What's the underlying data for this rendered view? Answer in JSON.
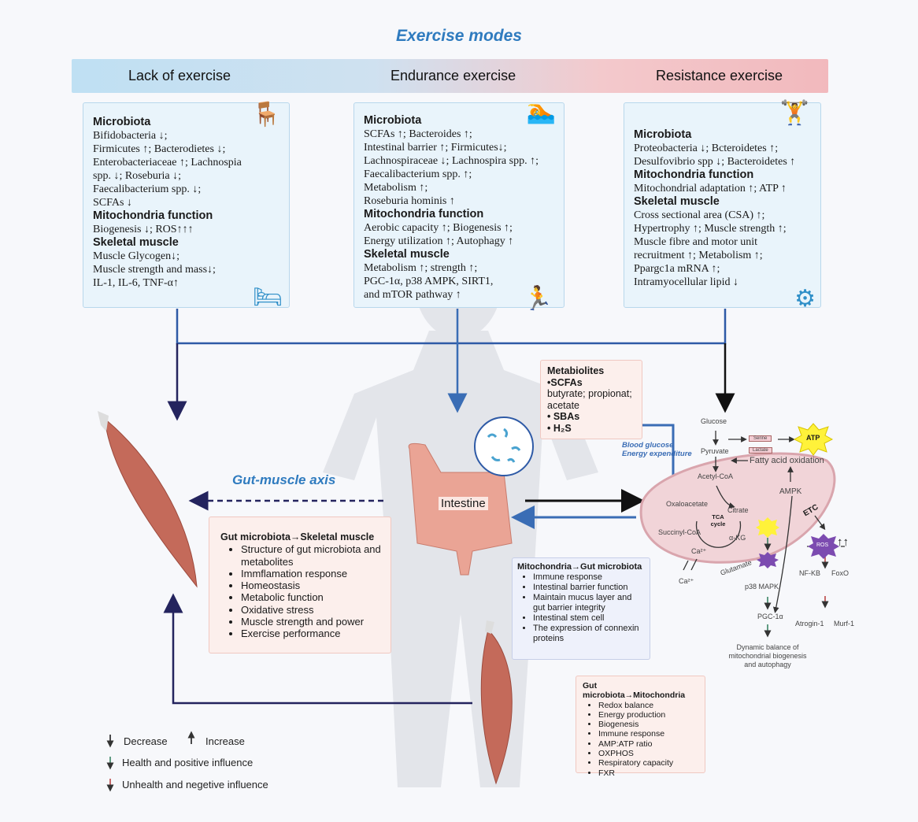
{
  "title": "Exercise modes",
  "modes": [
    "Lack of exercise",
    "Endurance exercise",
    "Resistance exercise"
  ],
  "lack": {
    "s1": "Microbiota",
    "l1": [
      "Bifidobacteria ↓;",
      "Firmicutes ↑; Bacterodietes ↓;",
      "Enterobacteriaceae ↑; Lachnospia",
      "spp. ↓; Roseburia ↓;",
      "Faecalibacterium spp. ↓;",
      "SCFAs ↓"
    ],
    "s2": "Mitochondria function",
    "l2": [
      "Biogenesis ↓; ROS↑↑↑"
    ],
    "s3": "Skeletal muscle",
    "l3": [
      "Muscle Glycogen↓;",
      "Muscle strength and mass↓;",
      "IL-1, IL-6, TNF-α↑"
    ]
  },
  "endurance": {
    "s1": "Microbiota",
    "l1": [
      "SCFAs ↑;  Bacteroides ↑;",
      "Intestinal barrier ↑;  Firmicutes↓;",
      "Lachnospiraceae ↓; Lachnospira spp. ↑;",
      "Faecalibacterium spp. ↑;",
      "Metabolism ↑;",
      "Roseburia hominis ↑"
    ],
    "s2": "Mitochondria function",
    "l2": [
      "Aerobic capacity ↑; Biogenesis ↑;",
      "Energy utilization ↑; Autophagy ↑"
    ],
    "s3": "Skeletal muscle",
    "l3": [
      "Metabolism ↑; strength ↑;",
      "PGC-1α, p38 AMPK, SIRT1,",
      "and mTOR pathway ↑"
    ]
  },
  "resistance": {
    "s1": "Microbiota",
    "l1": [
      "Proteobacteria ↓; Bcteroidetes ↑;",
      "Desulfovibrio spp ↓; Bacteroidetes ↑"
    ],
    "s2": "Mitochondria function",
    "l2": [
      "Mitochondrial adaptation ↑; ATP ↑"
    ],
    "s3": "Skeletal muscle",
    "l3": [
      "Cross sectional area (CSA) ↑;",
      "Hypertrophy ↑; Muscle strength ↑;",
      "Muscle fibre and motor unit",
      "recruitment ↑; Metabolism ↑;",
      "Ppargc1a mRNA ↑;",
      "Intramyocellular lipid ↓"
    ]
  },
  "gut_muscle_axis": "Gut-muscle axis",
  "intestine": "Intestine",
  "metabolites": {
    "title": "Metabiolites",
    "items": [
      "•SCFAs",
      " butyrate; propionat;",
      " acetate",
      "• SBAs",
      "• H₂S"
    ]
  },
  "blood": [
    "Blood glucose",
    "Energy expenditure"
  ],
  "gut_skeletal": {
    "title": "Gut microbiota→Skeletal muscle",
    "items": [
      "Structure of gut microbiota and metabolites",
      "Immflamation response",
      "Homeostasis",
      "Metabolic function",
      "Oxidative stress",
      "Muscle strength and power",
      "Exercise performance"
    ]
  },
  "mito_gut": {
    "title": "Mitochondria→Gut microbiota",
    "items": [
      "Immune response",
      "Intestinal barrier function",
      "Maintain mucus layer and gut barrier integrity",
      "Intestinal stem cell",
      "The expression of connexin proteins"
    ]
  },
  "gut_mito": {
    "title": "Gut microbiota→Mitochondria",
    "items": [
      "Redox balance",
      "Energy production",
      "Biogenesis",
      "Immune response",
      "AMP:ATP ratio",
      "OXPHOS",
      "Respiratory capacity",
      "FXR"
    ]
  },
  "pathway": {
    "glucose": "Glucose",
    "pyruvate": "Pyruvate",
    "serine": "Serine",
    "lactate": "Lactate",
    "atp": "ATP",
    "fao": "Fatty acid oxidation",
    "acetyl": "Acetyl-CoA",
    "ampk": "AMPK",
    "oxalo": "Oxaloacetate",
    "citrate": "Citrate",
    "tca": "TCA cycle",
    "succinyl": "Succinyl-CoA",
    "akg": "α-KG",
    "ca_in": "Ca²⁺",
    "ca_out": "Ca²⁺",
    "glutamate": "Glutamate",
    "etc": "ETC",
    "ros": "ROS",
    "nfkb": "NF-KB",
    "foxo": "FoxO",
    "p38": "p38 MAPK",
    "pgc": "PGC-1α",
    "atrogin": "Atrogin-1",
    "murf": "Murf-1",
    "balance": [
      "Dynamic balance of",
      "mitochondrial biogenesis",
      "and autophagy"
    ]
  },
  "legend": {
    "decrease": "Decrease",
    "increase": "Increase",
    "health": "Health and positive influence",
    "unhealth": "Unhealth and negetive influence"
  },
  "colors": {
    "accent": "#2f7bbf",
    "navy": "#24245e",
    "arrow_blue": "#3a6db5",
    "green": "#2e7d5b",
    "red": "#b53a3a"
  }
}
